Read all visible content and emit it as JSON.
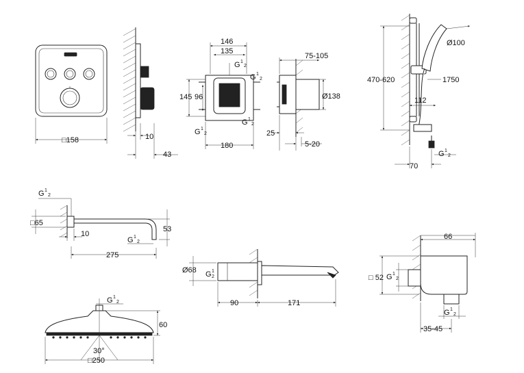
{
  "colors": {
    "line": "#222222",
    "background": "#ffffff"
  },
  "labels": {
    "control_square": "□158",
    "control_depth": "10",
    "control_spacer": "43",
    "box_146": "146",
    "box_135": "135",
    "box_145": "145",
    "box_96": "96",
    "box_180": "180",
    "box_g_top": "G",
    "box_g_right": "G",
    "box_g_left": "G",
    "box_g_bottom": "G",
    "frac_num": "1",
    "frac_den": "2",
    "side_75_105": "75-105",
    "side_138": "Ø138",
    "side_25": "25",
    "side_5_20": "5-20",
    "shower_100": "Ø100",
    "shower_470_620": "470-620",
    "shower_1750": "1750",
    "shower_112": "112",
    "shower_70": "70",
    "shower_g": "G",
    "arm_g_top": "G",
    "arm_65": "□65",
    "arm_10": "10",
    "arm_53": "53",
    "arm_g_end": "G",
    "arm_275": "275",
    "spout_68": "Ø68",
    "spout_g": "G",
    "spout_90": "90",
    "spout_171": "171",
    "elbow_66": "66",
    "elbow_52": "□ 52",
    "elbow_g_side": "G",
    "elbow_g_bottom": "G",
    "elbow_35_45": "35-45",
    "head_g": "G",
    "head_60": "60",
    "head_30": "30°",
    "head_250": "□250"
  }
}
